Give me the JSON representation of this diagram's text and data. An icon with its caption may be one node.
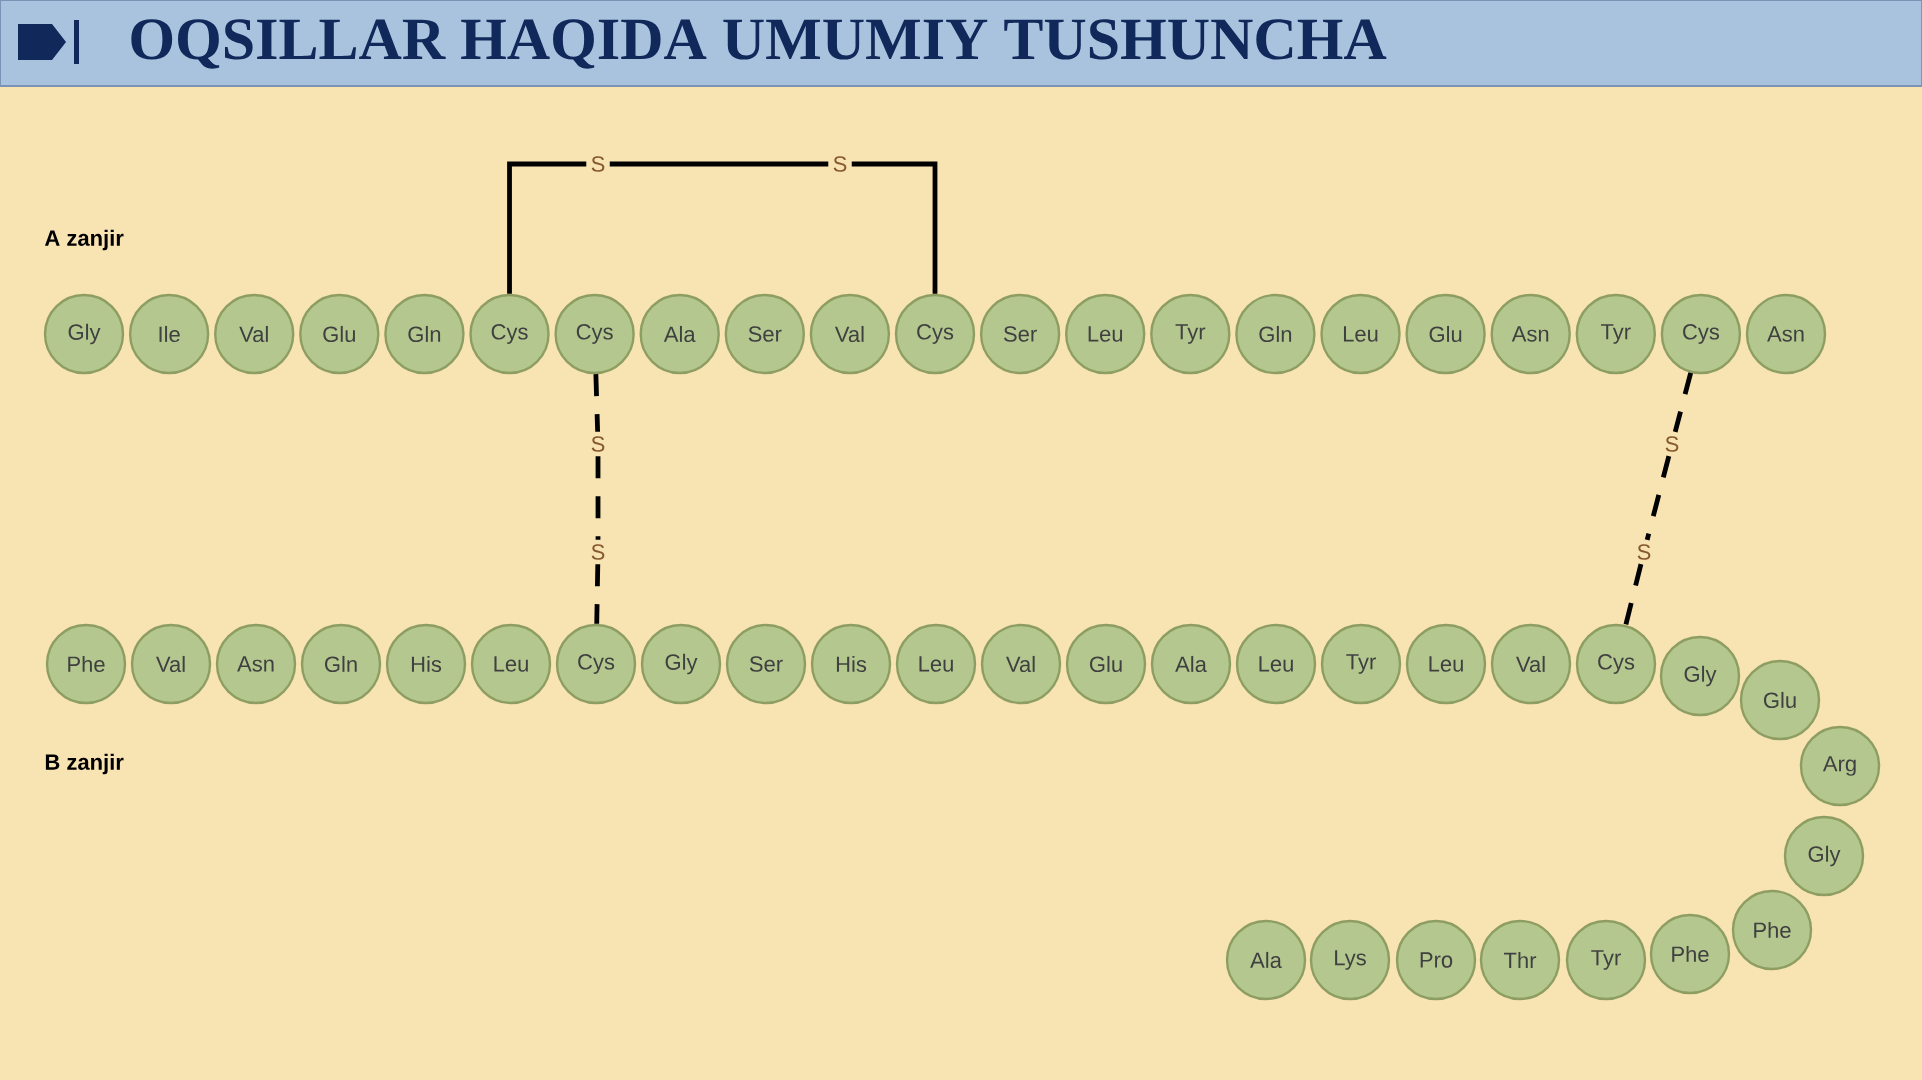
{
  "diagram": {
    "title": "OQSILLAR HAQIDA UMUMIY TUSHUNCHA",
    "nodes": [
      {
        "text": [
          "Gly"
        ]
      },
      {
        "text": [
          "Ile"
        ]
      },
      {
        "text": [
          "Val"
        ]
      },
      {
        "text": [
          "Glu"
        ]
      },
      {
        "text": [
          "Gln"
        ]
      },
      {
        "text": [
          "Cys"
        ]
      },
      {
        "text": [
          "Cys"
        ]
      },
      {
        "text": [
          "Ala"
        ]
      },
      {
        "text": [
          "Ser"
        ]
      },
      {
        "text": [
          "Val"
        ]
      },
      {
        "text": [
          "Cys"
        ]
      },
      {
        "text": [
          "Ser"
        ]
      },
      {
        "text": [
          "Leu"
        ]
      },
      {
        "text": [
          "Tyr"
        ]
      },
      {
        "text": [
          "Gln"
        ]
      },
      {
        "text": [
          "Leu"
        ]
      },
      {
        "text": [
          "Glu"
        ]
      },
      {
        "text": [
          "Asn"
        ]
      },
      {
        "text": [
          "Tyr"
        ]
      },
      {
        "text": [
          "Cys"
        ]
      },
      {
        "text": [
          "Asn"
        ]
      },
      {
        "text": [
          "Phe"
        ]
      },
      {
        "text": [
          "Val"
        ]
      },
      {
        "text": [
          "Asn"
        ]
      },
      {
        "text": [
          "Gln"
        ]
      },
      {
        "text": [
          "His"
        ]
      },
      {
        "text": [
          "Leu"
        ]
      },
      {
        "text": [
          "Cys"
        ]
      },
      {
        "text": [
          "Gly"
        ]
      },
      {
        "text": [
          "Ser"
        ]
      },
      {
        "text": [
          "His"
        ]
      },
      {
        "text": [
          "Leu"
        ]
      },
      {
        "text": [
          "Val"
        ]
      },
      {
        "text": [
          "Glu"
        ]
      },
      {
        "text": [
          "Ala"
        ]
      },
      {
        "text": [
          "Leu"
        ]
      },
      {
        "text": [
          "Tyr"
        ]
      },
      {
        "text": [
          "Leu"
        ]
      },
      {
        "text": [
          "Val"
        ]
      },
      {
        "text": [
          "Cys"
        ]
      },
      {
        "text": [
          "Gly"
        ]
      },
      {
        "text": [
          "Glu"
        ]
      },
      {
        "text": [
          "Arg"
        ]
      },
      {
        "text": [
          "Gly"
        ]
      },
      {
        "text": [
          "Phe"
        ]
      },
      {
        "text": [
          "Phe"
        ]
      },
      {
        "text": [
          "Tyr"
        ]
      },
      {
        "text": [
          "Thr"
        ]
      },
      {
        "text": [
          "Pro"
        ]
      },
      {
        "text": [
          "Lys"
        ]
      },
      {
        "text": [
          "Ala"
        ]
      },
      {
        "text": [
          "S"
        ]
      },
      {
        "text": [
          "S"
        ]
      },
      {
        "text": [
          "S"
        ]
      },
      {
        "text": [
          "S"
        ]
      },
      {
        "text": [
          "S"
        ]
      },
      {
        "text": [
          "S"
        ]
      }
    ],
    "edges": [
      {
        "from": 5,
        "to": 51,
        "arrow": "none"
      },
      {
        "from": 51,
        "to": 52,
        "arrow": "none"
      },
      {
        "from": 52,
        "to": 10,
        "arrow": "none"
      },
      {
        "from": 6,
        "to": 53,
        "arrow": "none",
        "style": "dashed"
      },
      {
        "from": 53,
        "to": 54,
        "arrow": "none",
        "style": "dashed"
      },
      {
        "from": 54,
        "to": 27,
        "arrow": "none",
        "style": "dashed"
      },
      {
        "from": 19,
        "to": 55,
        "arrow": "none",
        "style": "dashed"
      },
      {
        "from": 55,
        "to": 56,
        "arrow": "none",
        "style": "dashed"
      },
      {
        "from": 56,
        "to": 39,
        "arrow": "none",
        "style": "dashed"
      }
    ],
    "labels": [
      "A zanjir",
      "B zanjir"
    ]
  }
}
